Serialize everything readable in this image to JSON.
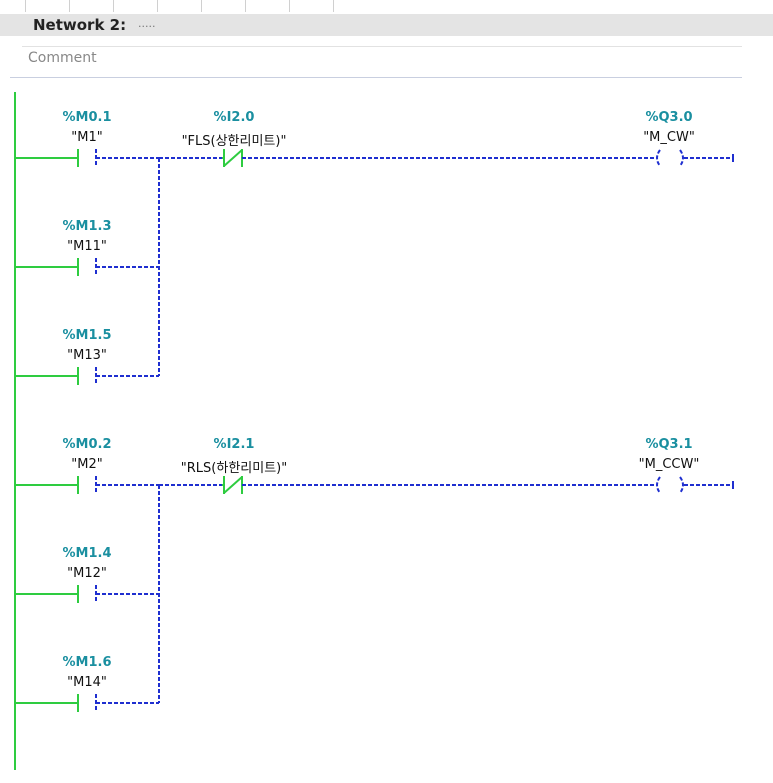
{
  "network": {
    "title": "Network 2:",
    "dots": ".....",
    "comment_placeholder": "Comment"
  },
  "rungs": [
    {
      "contacts": [
        {
          "address": "%M0.1",
          "tag": "\"M1\""
        },
        {
          "address": "%M1.3",
          "tag": "\"M11\""
        },
        {
          "address": "%M1.5",
          "tag": "\"M13\""
        }
      ],
      "nc_contact": {
        "address": "%I2.0",
        "tag": "\"FLS(상한리미트)\""
      },
      "coil": {
        "address": "%Q3.0",
        "tag": "\"M_CW\""
      }
    },
    {
      "contacts": [
        {
          "address": "%M0.2",
          "tag": "\"M2\""
        },
        {
          "address": "%M1.4",
          "tag": "\"M12\""
        },
        {
          "address": "%M1.6",
          "tag": "\"M14\""
        }
      ],
      "nc_contact": {
        "address": "%I2.1",
        "tag": "\"RLS(하한리미트)\""
      },
      "coil": {
        "address": "%Q3.1",
        "tag": "\"M_CCW\""
      }
    }
  ],
  "colors": {
    "power_flow": "#2ecc40",
    "wire": "#1f2fd0",
    "address": "#1a8fa0"
  }
}
